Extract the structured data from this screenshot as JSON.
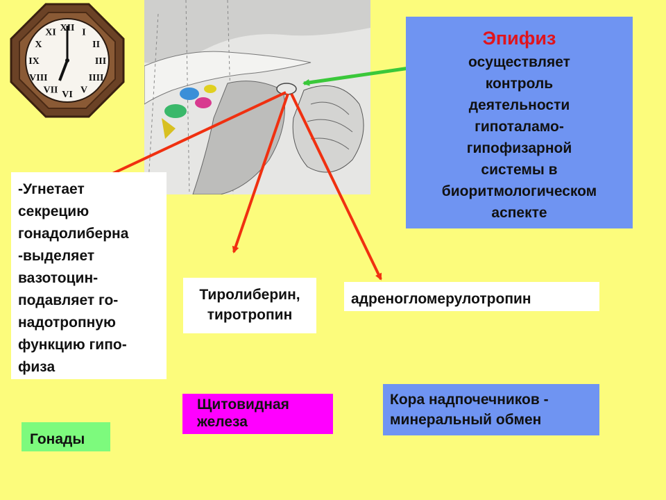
{
  "epiphysis": {
    "title": "Эпифиз",
    "text": "осуществляет\nконтроль\nдеятельности\nгипоталамо-\nгипофизарной\nсистемы в\nбиоритмологическом\nаспекте"
  },
  "effects": {
    "gonadoliberin": "-Угнетает\nсекрецию\nгонадолиберна\n-выделяет\nвазотоцин-\nподавляет го-\nнадотропную\nфункцию гипо-\nфиза",
    "thyroliberin": "Тиролиберин,\nтиротропин",
    "adrenoglomerulotropin": "адреногломерулотропин"
  },
  "targets": {
    "gonads": "Гонады",
    "thyroid": "Щитовидная\nжелеза",
    "adrenal_cortex": "Кора надпочечников -\nминеральный обмен"
  },
  "clock": {
    "numerals": [
      "XII",
      "I",
      "II",
      "III",
      "IIII",
      "V",
      "VI",
      "VII",
      "VIII",
      "IX",
      "X",
      "XI"
    ]
  },
  "colors": {
    "background": "#fcfc7c",
    "epiphysis_box": "#6f94f2",
    "title_red": "#e0141c",
    "thyroid_box": "#ff00ff",
    "gonads_box": "#7dfa7d",
    "arrow_red": "#f03010",
    "arrow_green": "#3ac83a"
  }
}
